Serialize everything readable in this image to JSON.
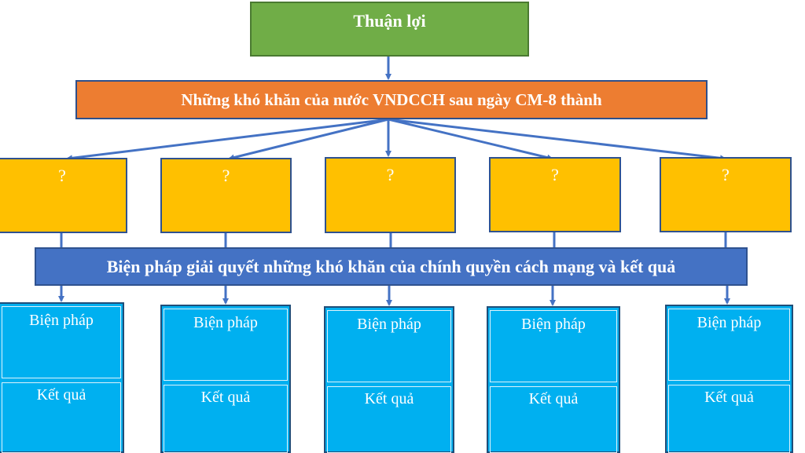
{
  "diagram": {
    "top_box": "Thuận lợi",
    "difficulty_box": "Những khó khăn của nước VNDCCH sau ngày CM-8 thành",
    "question_boxes": [
      "?",
      "?",
      "?",
      "?",
      "?"
    ],
    "solutions_bar": "Biện pháp giải quyết những khó khăn của chính quyền cách mạng và kết quả",
    "cards": [
      {
        "measure": "Biện pháp",
        "result": "Kết quả"
      },
      {
        "measure": "Biện pháp",
        "result": "Kết quả"
      },
      {
        "measure": "Biện pháp",
        "result": "Kết quả"
      },
      {
        "measure": "Biện pháp",
        "result": "Kết quả"
      },
      {
        "measure": "Biện pháp",
        "result": "Kết quả"
      }
    ],
    "colors": {
      "green": "#70ad47",
      "orange": "#ed7d31",
      "yellow": "#ffc000",
      "blue": "#4472c4",
      "cyan": "#00b0f0",
      "arrow": "#4472c4"
    }
  }
}
